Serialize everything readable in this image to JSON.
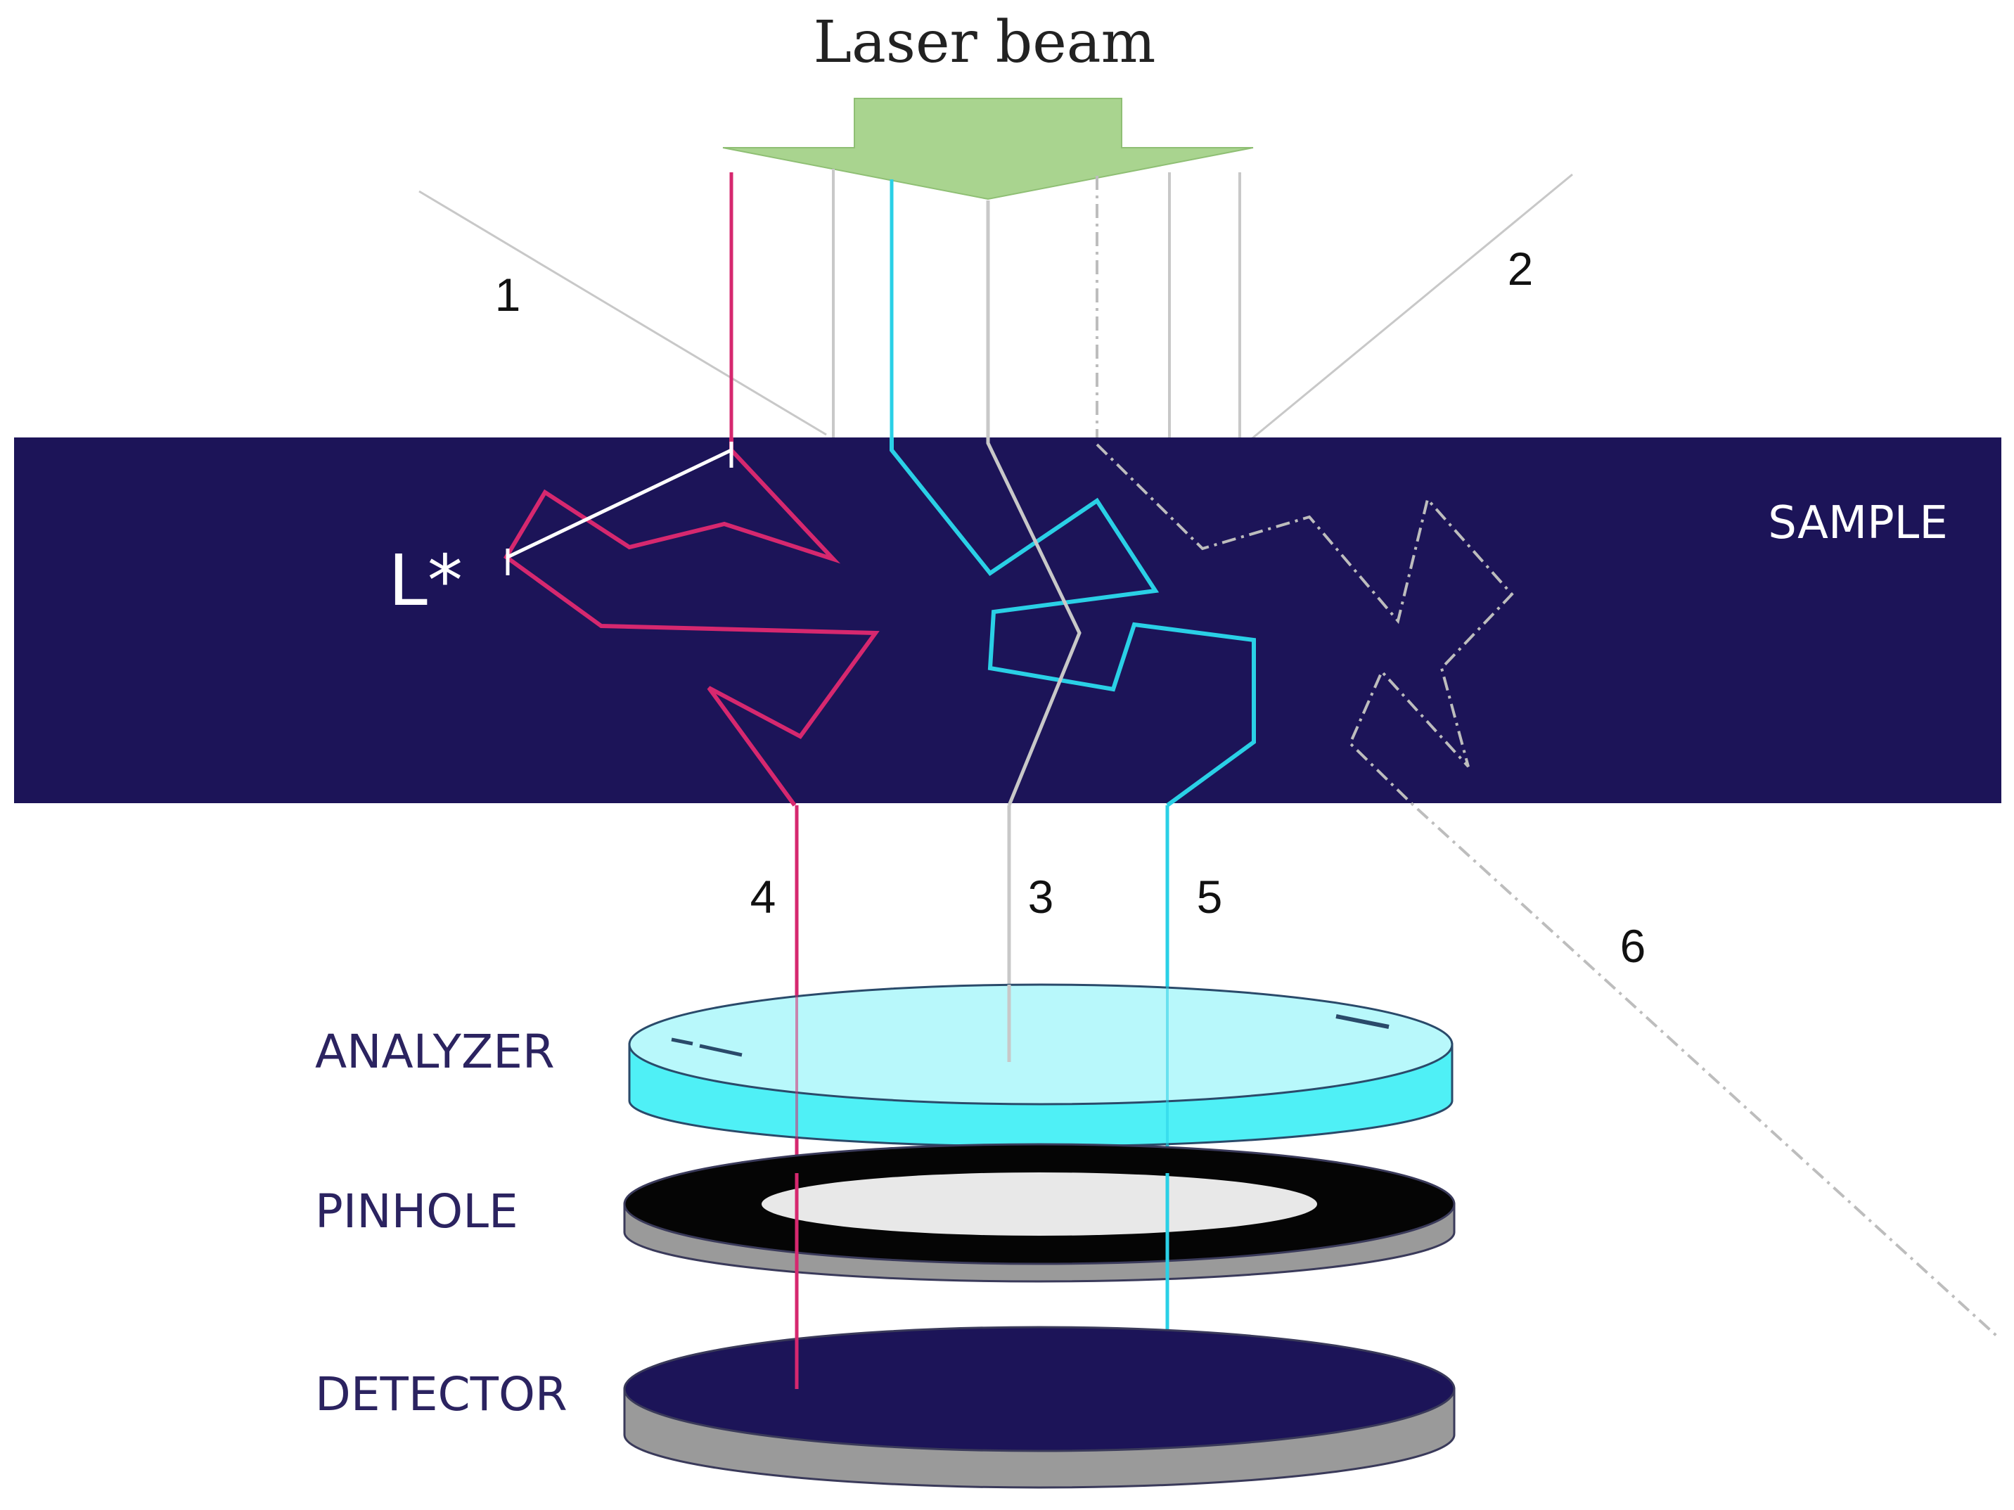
{
  "title": "Laser beam",
  "sample_label": "SAMPLE",
  "l_star_label": "L*",
  "path_numbers": {
    "p1": "1",
    "p2": "2",
    "p3": "3",
    "p4": "4",
    "p5": "5",
    "p6": "6"
  },
  "components": {
    "analyzer": "ANALYZER",
    "pinhole": "PINHOLE",
    "detector": "DETECTOR"
  },
  "colors": {
    "sample": "#1c1458",
    "beam_arrow": "#a9d48f",
    "path_magenta": "#d6286f",
    "path_cyan": "#2ad0e6",
    "path_gray": "#c8c8c8",
    "path_dashdot": "#bdbdbd",
    "analyzer": "#4ff0f6",
    "pinhole_ring": "#050505",
    "disk_edge": "#9a9a9a",
    "component_label": "#2b2360"
  }
}
